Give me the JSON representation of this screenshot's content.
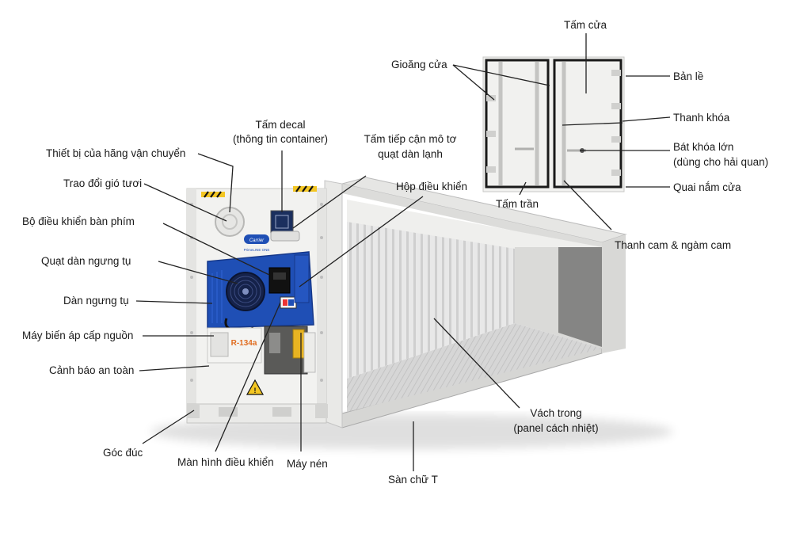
{
  "diagram": {
    "labels": {
      "carrier_device": "Thiết bị của hãng vận chuyển",
      "decal_line1": "Tấm decal",
      "decal_line2": "(thông tin container)",
      "access_line1": "Tấm tiếp cận mô tơ",
      "access_line2": "quạt dàn lạnh",
      "fresh_air": "Trao đổi gió tươi",
      "control_box": "Hộp điều khiển",
      "keypad": "Bộ điều khiển bàn phím",
      "condenser_fan": "Quạt dàn ngưng tụ",
      "condenser": "Dàn ngưng tụ",
      "transformer": "Máy biến áp cấp nguồn",
      "safety_warning": "Cảnh báo an toàn",
      "corner_casting": "Góc đúc",
      "display": "Màn hình điều khiển",
      "compressor": "Máy nén",
      "t_floor": "Sàn chữ T",
      "inner_wall_line1": "Vách trong",
      "inner_wall_line2": "(panel cách nhiệt)",
      "door_panel": "Tấm cửa",
      "door_gasket": "Gioăng cửa",
      "hinge": "Bản lề",
      "lock_bar": "Thanh khóa",
      "big_lock_line1": "Bát khóa lớn",
      "big_lock_line2": "(dùng cho hải quan)",
      "ceiling": "Tấm trần",
      "door_handle": "Quai nắm cửa",
      "cam": "Thanh cam & ngàm cam"
    },
    "unit_markings": {
      "refrigerant": "R-134a",
      "brand": "Carrier",
      "model": "PrimeLINE ONE"
    },
    "colors": {
      "unit_blue": "#1f4fb5",
      "container_white": "#f2f2f0",
      "line": "#222222",
      "warning_yellow": "#f3c623"
    }
  }
}
